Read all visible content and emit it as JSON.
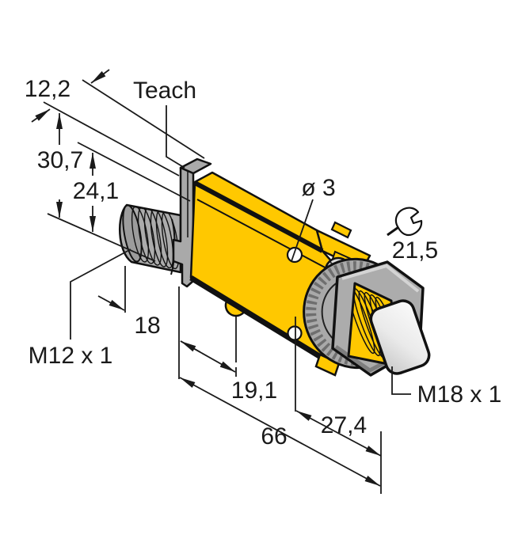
{
  "drawing": {
    "type": "technical dimension drawing",
    "subject": "photoelectric sensor with M12 connector and M18 threaded head"
  },
  "labels": {
    "teach": "Teach",
    "rear_thread": "M12 x 1",
    "front_thread": "M18 x 1",
    "hole_diameter": "ø 3",
    "wrench_size": "21,5"
  },
  "dimensions": {
    "top_width": "12,2",
    "overall_height": "30,7",
    "housing_height": "24,1",
    "connector_length": "18",
    "lug_offset": "19,1",
    "overall_length": "66",
    "front_length": "27,4"
  },
  "colors": {
    "housing_yellow": "#FFC800",
    "metal_gray": "#ACACAC",
    "line_black": "#1A1A1A",
    "lens_light": "#F5F5F5"
  }
}
